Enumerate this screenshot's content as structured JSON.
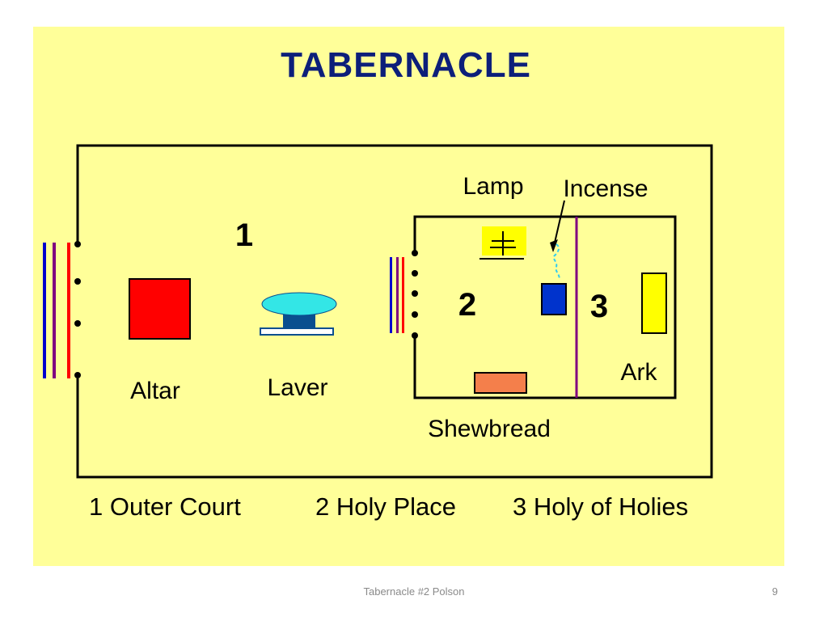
{
  "title": "TABERNACLE",
  "labels": {
    "outer_court_number": "1",
    "holy_place_number": "2",
    "holy_of_holies_number": "3",
    "lamp": "Lamp",
    "incense": "Incense",
    "altar": "Altar",
    "laver": "Laver",
    "ark": "Ark",
    "shewbread": "Shewbread"
  },
  "legend": {
    "outer_court": "1 Outer Court",
    "holy_place": "2 Holy Place",
    "holy_of_holies": "3 Holy of Holies"
  },
  "footer": {
    "text": "Tabernacle #2 Polson",
    "page_number": "9"
  },
  "colors": {
    "background": "#ffff99",
    "title": "#0d1f7a",
    "altar": "#ff0000",
    "laver_basin": "#33e6e6",
    "laver_stand": "#0a4f8f",
    "incense_altar": "#0033cc",
    "shewbread_table": "#f47f4b",
    "ark": "#ffff00",
    "lamp": "#ffff00",
    "veil": "#800080"
  }
}
